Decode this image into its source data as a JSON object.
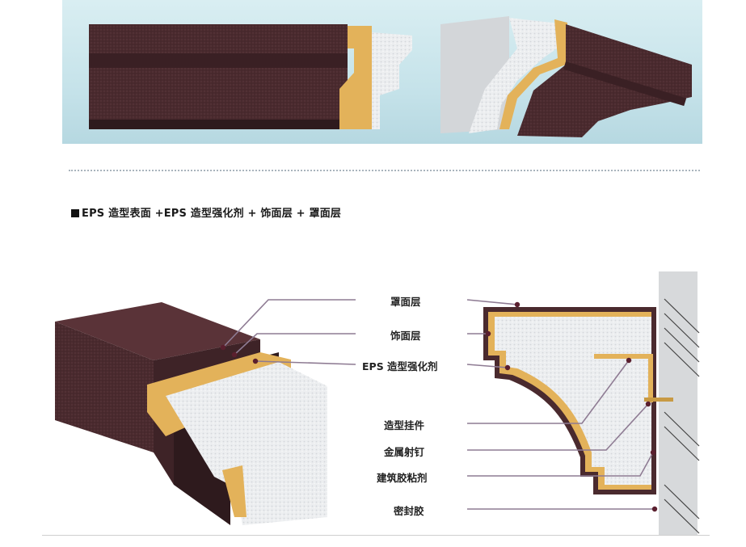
{
  "heading": {
    "text": "EPS 造型表面 +EPS 造型强化剂 + 饰面层 + 罩面层"
  },
  "callouts": [
    {
      "id": "face-coat",
      "text": "罩面层"
    },
    {
      "id": "finish-layer",
      "text": "饰面层"
    },
    {
      "id": "eps-hardener",
      "text": "EPS 造型强化剂"
    },
    {
      "id": "hanger",
      "text": "造型挂件"
    },
    {
      "id": "metal-nail",
      "text": "金属射钉"
    },
    {
      "id": "adhesive",
      "text": "建筑胶粘剂"
    },
    {
      "id": "sealant",
      "text": "密封胶"
    }
  ],
  "colors": {
    "coating": "#4a2a2e",
    "coating_dark": "#2e1a1d",
    "strengthener": "#e3b25a",
    "eps": "#eef0f2",
    "wall": "#d7d9db",
    "leader": "#8e7b93",
    "pin": "#5a1f2e"
  }
}
